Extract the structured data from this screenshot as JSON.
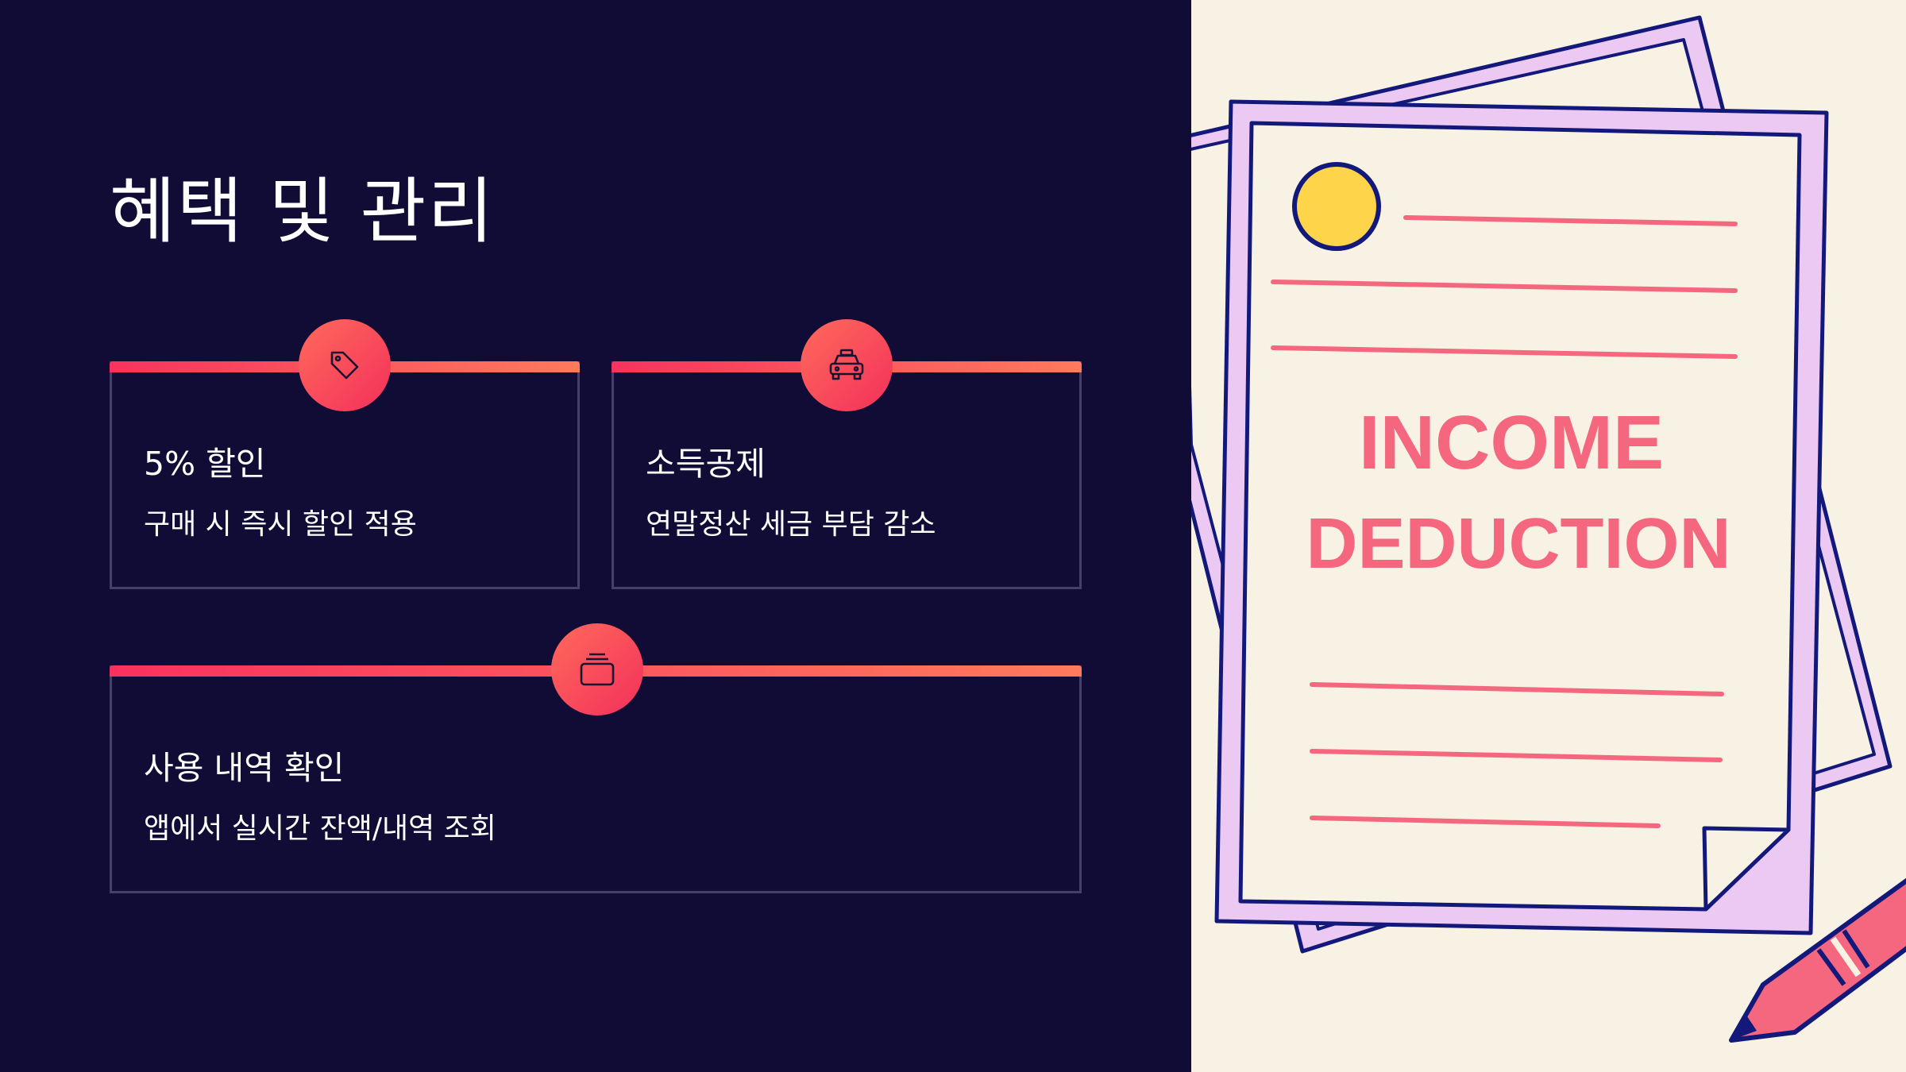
{
  "title": "혜택 및 관리",
  "cards": [
    {
      "title": "5% 할인",
      "desc": "구매 시 즉시 할인 적용",
      "icon": "tag-icon"
    },
    {
      "title": "소득공제",
      "desc": "연말정산 세금 부담 감소",
      "icon": "car-icon"
    },
    {
      "title": "사용 내역 확인",
      "desc": "앱에서 실시간 잔액/내역 조회",
      "icon": "stack-icon"
    }
  ],
  "illustration": {
    "line1": "INCOME",
    "line2": "DEDUCTION"
  },
  "colors": {
    "background": "#110c35",
    "accent_start": "#f7325e",
    "accent_end": "#ff7a5c",
    "panel": "#f8f2e4",
    "document": "#ecc9f3",
    "outline": "#13197a",
    "pink": "#f4677f",
    "sun": "#fdd44a"
  }
}
